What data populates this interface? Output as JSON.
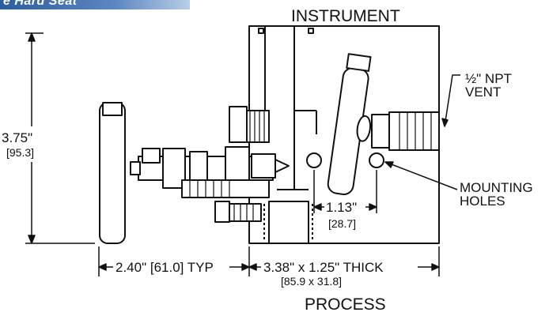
{
  "logo": {
    "text": "e Hard Seat"
  },
  "labels": {
    "instrument": "INSTRUMENT",
    "process": "PROCESS",
    "height_in": "3.75\"",
    "height_mm": "[95.3]",
    "vent_line1": "½\" NPT",
    "vent_line2": "VENT",
    "holes_line1": "MOUNTING",
    "holes_line2": "HOLES",
    "spacing_in": "1.13\"",
    "spacing_mm": "[28.7]",
    "width_left": "2.40\" [61.0] TYP",
    "width_right": "3.38\" x 1.25\" THICK",
    "width_right_mm": "[85.9 x 31.8]"
  },
  "colors": {
    "line": "#111111",
    "background": "#ffffff",
    "logo_band": "#2c5d9e"
  }
}
